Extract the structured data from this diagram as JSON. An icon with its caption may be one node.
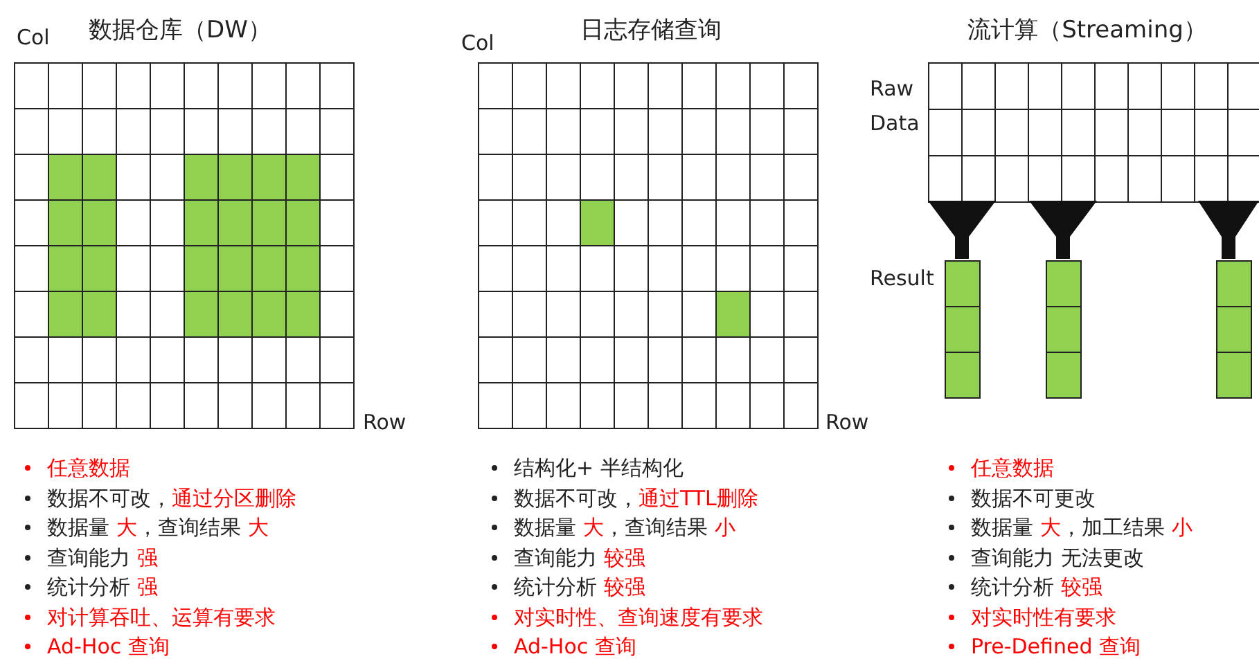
{
  "diagram": {
    "labels": [
      "Col",
      "数据仓库（DW）",
      "Col",
      "日志存储查询",
      "流计算（Streaming）",
      "Raw Data",
      "Result",
      "Row",
      "Row",
      "任意数据",
      "数据不可改，",
      "通过分区删除",
      "数据量",
      "大",
      "，查询结果",
      "大",
      "查询能力",
      "强",
      "统计分析",
      "强",
      "对计算吞吐、运算有要求",
      "Ad-Hoc 查询",
      "结构化+ 半结构化",
      "数据不可改，",
      "通过TTL删除",
      "数据量",
      "大",
      "，查询结果",
      "小",
      "查询能力",
      "较强",
      "统计分析",
      "较强",
      "对实时性、查询速度有要求",
      "Ad-Hoc 查询",
      "任意数据",
      "数据不可更改",
      "数据量",
      "大",
      "，加工结果",
      "小",
      "查询能力 无法更改",
      "统计分析",
      "较强",
      "对实时性有要求",
      "Pre-Defined 查询"
    ]
  }
}
